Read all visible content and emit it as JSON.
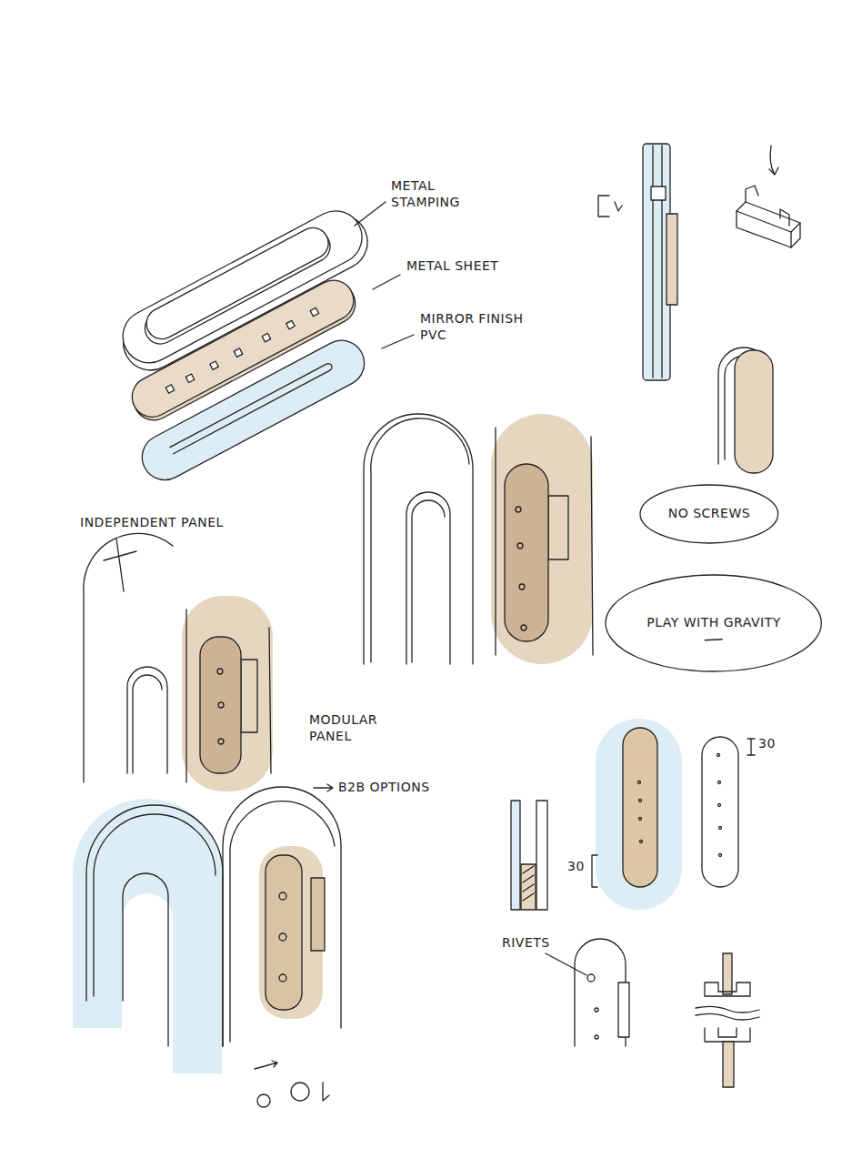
{
  "diagram": {
    "nodes": [
      {
        "text": [
          "NO SCREWS"
        ]
      },
      {
        "text": [
          "PLAY WITH GRAVITY"
        ]
      }
    ],
    "labels": [
      "METAL STAMPING",
      "METAL SHEET",
      "MIRROR FINISH PVC",
      "INDEPENDENT PANEL",
      "MODULAR PANEL",
      "B2B OPTIONS",
      "30",
      "30",
      "RIVETS"
    ]
  }
}
